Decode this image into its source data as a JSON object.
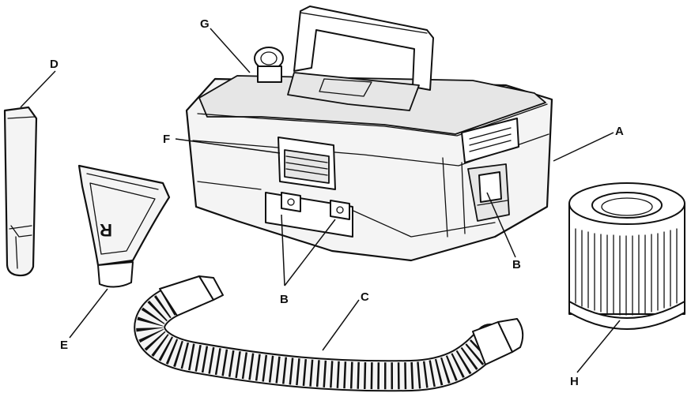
{
  "labels": {
    "A": "A",
    "B_upper": "B",
    "B_lower": "B",
    "C": "C",
    "D": "D",
    "E": "E",
    "F": "F",
    "G": "G",
    "H": "H"
  },
  "nozzle_logo": "R"
}
